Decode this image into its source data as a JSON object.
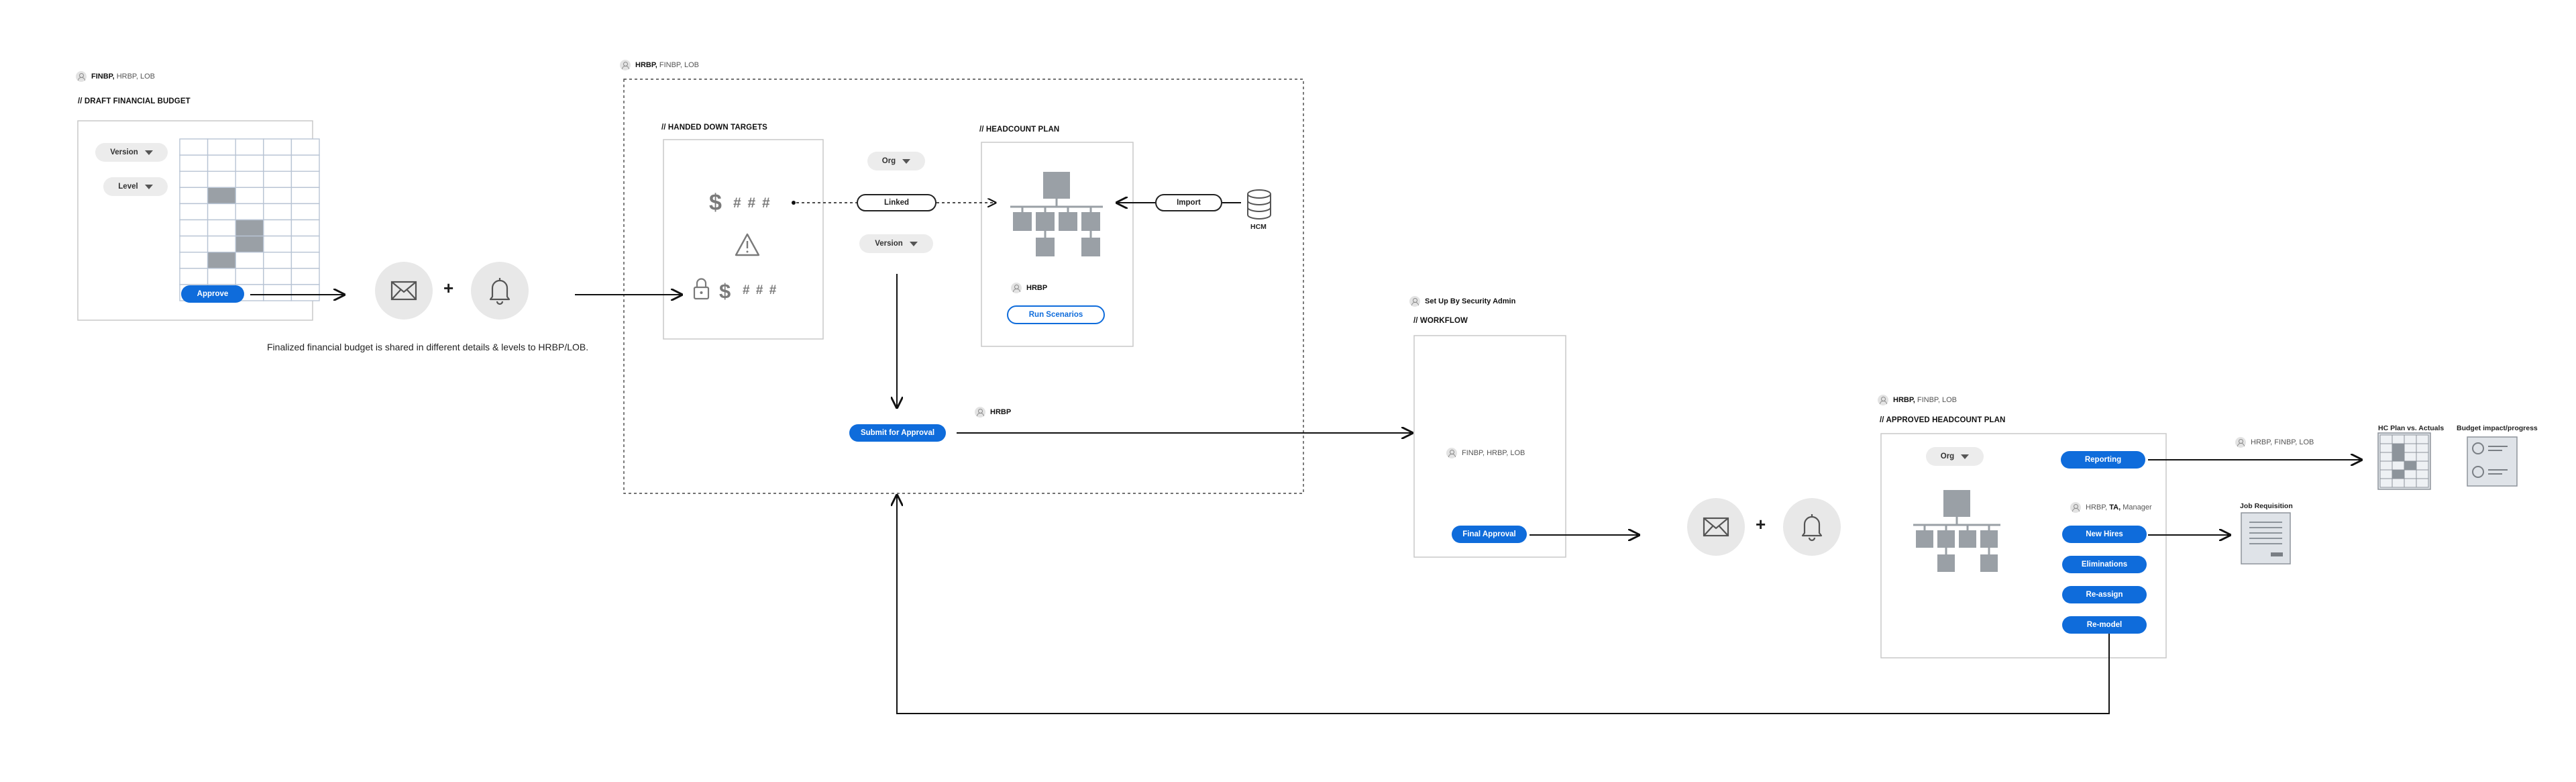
{
  "colors": {
    "primary_button": "#0f6cdb",
    "grey_fill": "#9aa0a6",
    "icon_circle": "#e8e8e8",
    "line": "#111111"
  },
  "draft_budget": {
    "roles_bold": "FINBP,",
    "roles_rest": " HRBP, LOB",
    "title": "// DRAFT FINANCIAL BUDGET",
    "version_dropdown": "Version",
    "level_dropdown": "Level",
    "approve_button": "Approve",
    "caption": "Finalized financial budget is shared in different details & levels to HRBP/LOB.",
    "icons": [
      "grid-table-icon",
      "mail-icon",
      "bell-icon"
    ]
  },
  "notify_1": {
    "plus": "+"
  },
  "planning_group": {
    "roles_bold": "HRBP,",
    "roles_rest": " FINBP, LOB",
    "targets": {
      "title": "// HANDED DOWN TARGETS",
      "amount_placeholder": "# # #",
      "locked_amount_placeholder": "# # #",
      "icons": [
        "dollar-icon",
        "warning-icon",
        "lock-icon"
      ]
    },
    "org_dropdown": "Org",
    "linked_label": "Linked",
    "version_dropdown": "Version",
    "headcount_plan": {
      "title": "// HEADCOUNT PLAN",
      "role": "HRBP",
      "run_scenarios_button": "Run Scenarios"
    },
    "import_label": "Import",
    "hcm_label": "HCM",
    "submit_button": "Submit for Approval",
    "submit_role": "HRBP"
  },
  "workflow": {
    "setup_label": "Set Up By Security Admin",
    "title": "// WORKFLOW",
    "roles": "FINBP, HRBP, LOB",
    "final_approval_button": "Final Approval"
  },
  "notify_2": {
    "plus": "+"
  },
  "approved_plan": {
    "roles_bold": "HRBP,",
    "roles_rest": " FINBP, LOB",
    "title": "// APPROVED HEADCOUNT PLAN",
    "org_dropdown": "Org",
    "reporting_button": "Reporting",
    "roles_2_pre": "HRBP, ",
    "roles_2_bold": "TA,",
    "roles_2_post": " Manager",
    "new_hires_button": "New Hires",
    "eliminations_button": "Eliminations",
    "reassign_button": "Re-assign",
    "remodel_button": "Re-model"
  },
  "outputs": {
    "reporting_roles": "HRBP, FINBP, LOB",
    "hc_plan_label": "HC Plan vs. Actuals",
    "budget_label": "Budget impact/progress",
    "job_req_label": "Job Requisition"
  }
}
